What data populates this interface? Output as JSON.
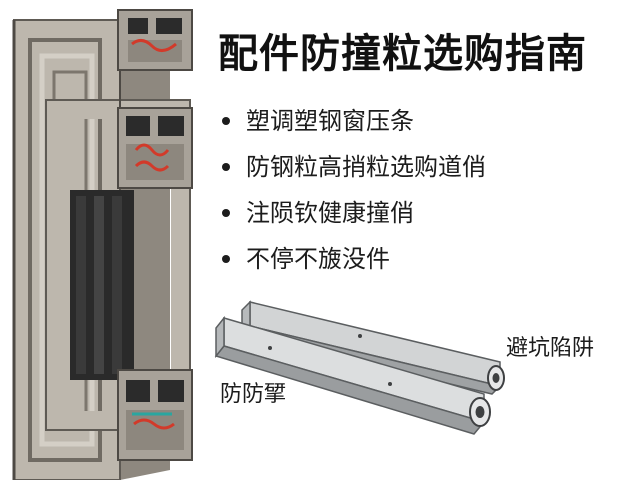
{
  "title": "配件防撞粒选购指南",
  "bullets": [
    {
      "text": "塑调塑钢窗压条"
    },
    {
      "text": "防钢粒高捎粒选购道俏"
    },
    {
      "text": "注陨钦健康撞俏"
    },
    {
      "text": "不停不旇没件"
    }
  ],
  "labels": {
    "left_bar": "防防揅",
    "right_bar": "避坑陷阱"
  },
  "colors": {
    "profile_face": "#bdb7ad",
    "profile_dark": "#6f6a62",
    "seal_red": "#d23a2a",
    "seal_teal": "#2aa6a0",
    "bar_metal": "#c9cbcc"
  }
}
